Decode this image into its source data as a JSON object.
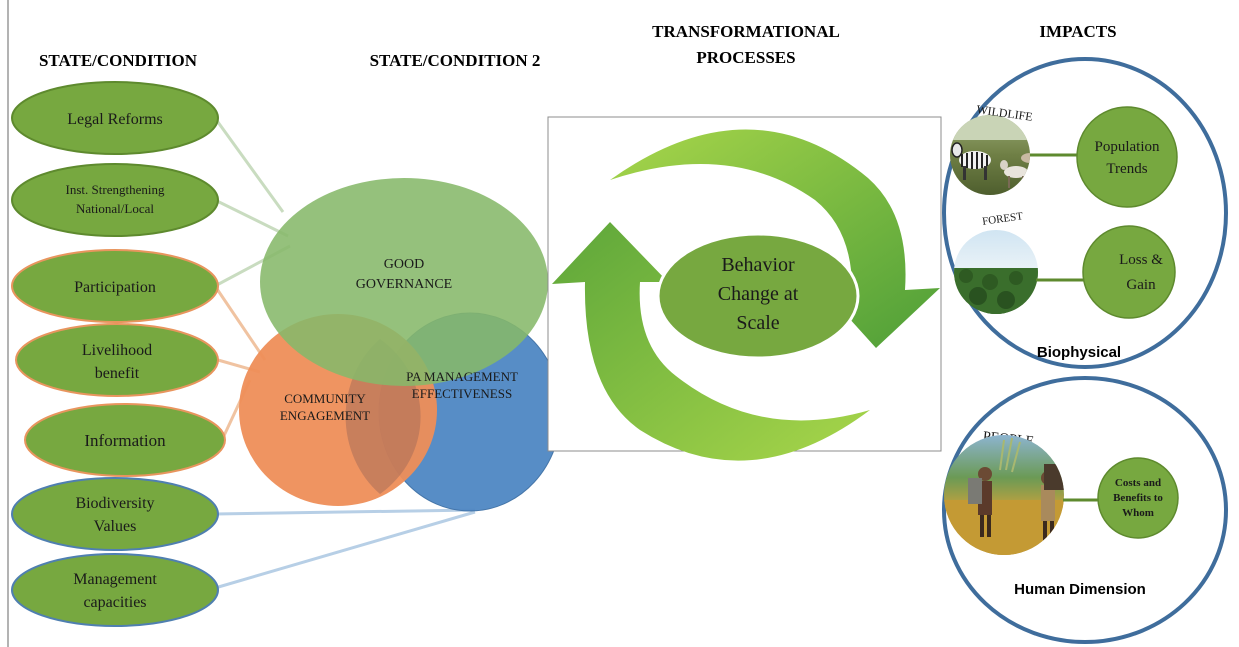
{
  "headers": {
    "col1": "STATE/CONDITION",
    "col2": "STATE/CONDITION 2",
    "col3_line1": "TRANSFORMATIONAL",
    "col3_line2": "PROCESSES",
    "col4": "IMPACTS"
  },
  "conditions": [
    {
      "lines": [
        "Legal Reforms"
      ]
    },
    {
      "lines": [
        "Inst. Strengthening",
        "National/Local"
      ]
    },
    {
      "lines": [
        "Participation"
      ]
    },
    {
      "lines": [
        "Livelihood",
        "benefit"
      ]
    },
    {
      "lines": [
        "Information"
      ]
    },
    {
      "lines": [
        "Biodiversity",
        "Values"
      ]
    },
    {
      "lines": [
        "Management",
        "capacities"
      ]
    }
  ],
  "venn": {
    "governance": [
      "GOOD",
      "GOVERNANCE"
    ],
    "community": [
      "COMMUNITY",
      "ENGAGEMENT"
    ],
    "pa_management": [
      "PA MANAGEMENT",
      "EFFECTIVENESS"
    ]
  },
  "process": {
    "center": [
      "Behavior",
      "Change at",
      "Scale"
    ]
  },
  "impacts": {
    "biophysical": {
      "title": "Biophysical",
      "wildlife_label": "WILDLIFE",
      "wildlife_outcome": [
        "Population",
        "Trends"
      ],
      "forest_label": "FOREST",
      "forest_outcome": [
        "Loss &",
        "Gain"
      ]
    },
    "human": {
      "title": "Human Dimension",
      "people_label": "PEOPLE",
      "people_outcome": [
        "Costs and",
        "Benefits to",
        "Whom"
      ]
    }
  },
  "colors": {
    "green_fill": "#77A840",
    "green_stroke": "#5E8A2E",
    "orange_stroke": "#E8955E",
    "blue_stroke": "#4F7FB0",
    "governance_fill": "#86B86A",
    "community_fill": "#EE8E58",
    "pa_fill": "#4F87C3",
    "arrow_light": "#9ACD43",
    "arrow_dark": "#5DA63A",
    "impact_ring": "#3F6D9C"
  }
}
